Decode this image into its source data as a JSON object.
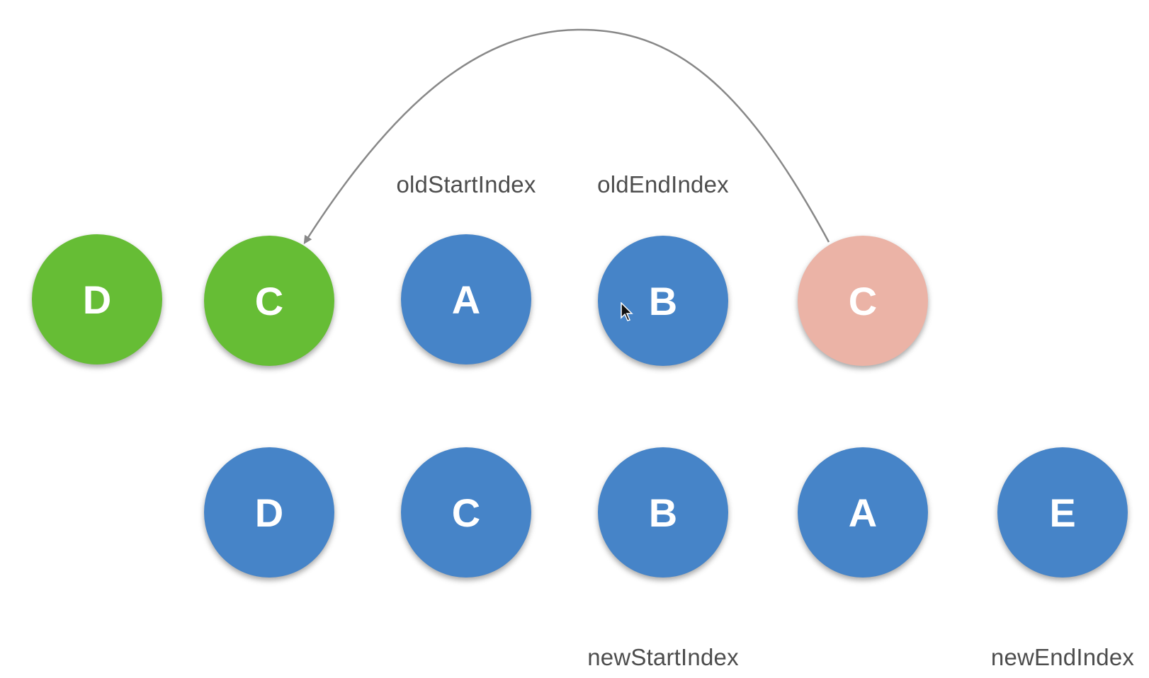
{
  "colors": {
    "green": "#66bd35",
    "blue": "#4684c8",
    "pink": "#ebb3a6",
    "arrow": "#888888",
    "text": "#4d4d4d"
  },
  "labels": {
    "old_start": "oldStartIndex",
    "old_end": "oldEndIndex",
    "new_start": "newStartIndex",
    "new_end": "newEndIndex"
  },
  "top_row": [
    {
      "letter": "D",
      "color": "green"
    },
    {
      "letter": "C",
      "color": "green"
    },
    {
      "letter": "A",
      "color": "blue"
    },
    {
      "letter": "B",
      "color": "blue"
    },
    {
      "letter": "C",
      "color": "pink"
    }
  ],
  "bottom_row": [
    {
      "letter": "D",
      "color": "blue"
    },
    {
      "letter": "C",
      "color": "blue"
    },
    {
      "letter": "B",
      "color": "blue"
    },
    {
      "letter": "A",
      "color": "blue"
    },
    {
      "letter": "E",
      "color": "blue"
    }
  ]
}
